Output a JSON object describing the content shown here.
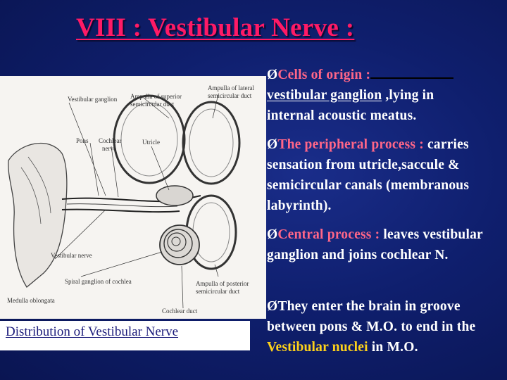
{
  "slide": {
    "title": "VIII : Vestibular  Nerve :",
    "caption": "Distribution of Vestibular  Nerve"
  },
  "figure": {
    "labels": {
      "vestibular_ganglion": "Vestibular ganglion",
      "ampulla_superior_1": "Ampulla of superior",
      "ampulla_superior_2": "semicircular duct",
      "ampulla_lateral_1": "Ampulla of lateral",
      "ampulla_lateral_2": "semicircular duct",
      "pons": "Pons",
      "cochlear_nerve_1": "Cochlear",
      "cochlear_nerve_2": "nerve",
      "utricle": "Utricle",
      "vestibular_nerve": "Vestibular nerve",
      "spiral_ganglion": "Spiral ganglion of cochlea",
      "medulla": "Medulla oblongata",
      "ampulla_posterior_1": "Ampulla of posterior",
      "ampulla_posterior_2": "semicircular duct",
      "cochlear_duct": "Cochlear duct"
    }
  },
  "bullets": {
    "b1": {
      "arrow": "Ø",
      "head": "Cells of origin :",
      "line1": "vestibular ganglion",
      "line1_rest": " ,lying in",
      "line2": "internal acoustic meatus."
    },
    "b2": {
      "arrow": "Ø",
      "head": "The peripheral process :",
      "body": "carries sensation from utricle,saccule & semicircular canals (membranous labyrinth)."
    },
    "b3": {
      "arrow": "Ø",
      "head": "Central process :",
      "body": " leaves vestibular ganglion and joins cochlear N."
    },
    "b4": {
      "arrow": "Ø",
      "body1": "They enter the brain in groove between pons & M.O. to end in the ",
      "nuclei": "Vestibular  nuclei",
      "body2": "  in M.O."
    }
  },
  "colors": {
    "title": "#ff1a66",
    "background": "#0f1f6e",
    "bullet_head": "#ff6688",
    "highlight": "#ffd21a"
  }
}
